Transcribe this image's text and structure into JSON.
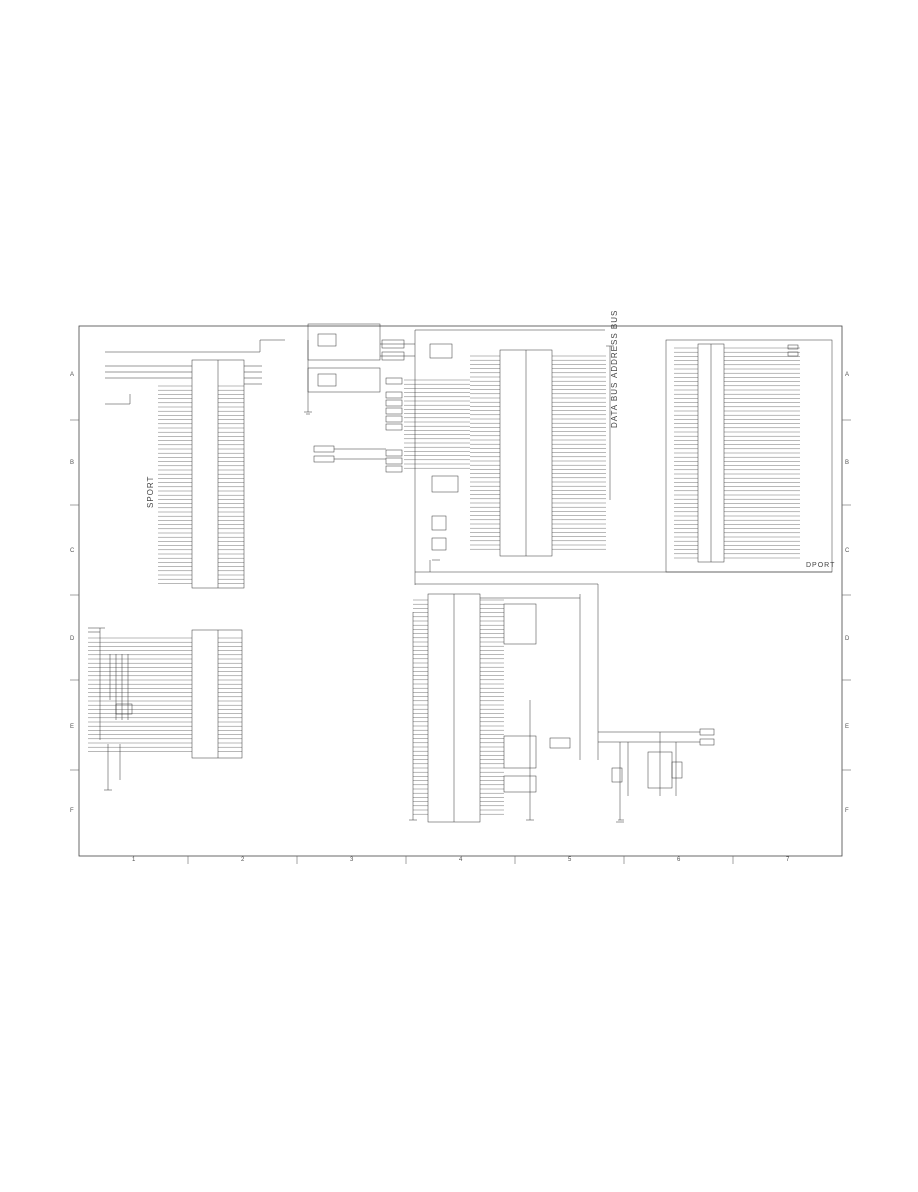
{
  "sheet": {
    "row_marks": [
      "A",
      "B",
      "C",
      "D",
      "E",
      "F"
    ],
    "col_marks": [
      "1",
      "2",
      "3",
      "4",
      "5",
      "6",
      "7"
    ]
  },
  "ports": {
    "left_rotated": "SPORT",
    "right_bottom": "DPORT"
  },
  "bus_labels": {
    "address": "ADDRESS BUS",
    "data": "DATA BUS"
  },
  "colors": {
    "line": "#333333",
    "box": "#444444",
    "paper": "#ffffff"
  }
}
